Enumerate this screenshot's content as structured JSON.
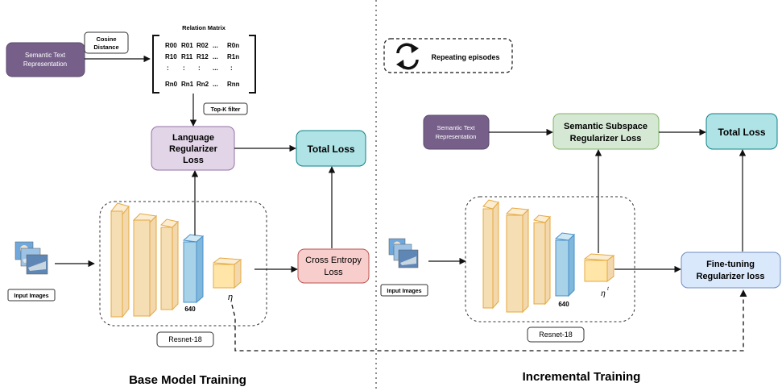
{
  "left": {
    "semantic_text": [
      "Semantic Text",
      "Representation"
    ],
    "cosine_distance": [
      "Cosine",
      "Distance"
    ],
    "relation_matrix": {
      "title": "Relation Matrix",
      "row0": [
        "R00",
        "R01",
        "R02",
        "...",
        "R0n"
      ],
      "row1": [
        "R10",
        "R11",
        "R12",
        "...",
        "R1n"
      ],
      "row2": [
        ":",
        ":",
        ":",
        "...",
        ":"
      ],
      "rown": [
        "Rn0",
        "Rn1",
        "Rn2",
        "...",
        "Rnn"
      ]
    },
    "topk": "Top-K filter",
    "language_loss": [
      "Language",
      "Regularizer",
      "Loss"
    ],
    "total_loss": "Total Loss",
    "ce_loss": [
      "Cross Entropy",
      "Loss"
    ],
    "input_images": "Input Images",
    "dim": "640",
    "eta": "η",
    "resnet": "Resnet-18",
    "caption": "Base Model Training"
  },
  "right": {
    "repeating": "Repeating episodes",
    "semantic_text": [
      "Semantic Text",
      "Representation"
    ],
    "subspace_loss": [
      "Semantic Subspace",
      "Regularizer Loss"
    ],
    "total_loss": "Total Loss",
    "finetune_loss": [
      "Fine-tuning",
      "Regularizer loss"
    ],
    "input_images": "Input Images",
    "dim": "640",
    "eta": "η",
    "eta_sup": "t",
    "resnet": "Resnet-18",
    "caption": "Incremental Training"
  },
  "colors": {
    "purple": "#76608a",
    "lavender": "#e1d5e7",
    "cyan": "#b0e3e6",
    "pink": "#f8cecc",
    "green": "#d5e8d4",
    "lightblue": "#dae8fc",
    "layer_fill": "#f5deb3",
    "layer_stroke": "#e4a93f",
    "feature_fill": "#a8d2e8",
    "feature_stroke": "#4a90c8"
  }
}
